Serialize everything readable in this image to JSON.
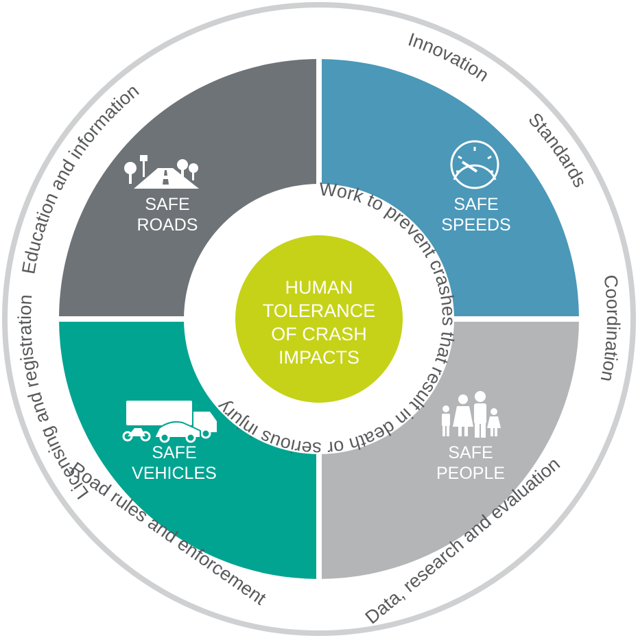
{
  "outer_ring": {
    "items": [
      {
        "label": "Education and information"
      },
      {
        "label": "Innovation"
      },
      {
        "label": "Standards"
      },
      {
        "label": "Coordination"
      },
      {
        "label": "Data, research and evaluation"
      },
      {
        "label": "Road rules and enforcement"
      },
      {
        "label": "Licensing and registration"
      }
    ]
  },
  "inner_ring": {
    "label": "Work to prevent crashes that result in death or serious injury"
  },
  "quadrants": [
    {
      "line1": "SAFE",
      "line2": "ROADS",
      "icon": "road-icon",
      "color": "#6d7376"
    },
    {
      "line1": "SAFE",
      "line2": "SPEEDS",
      "icon": "speedometer-icon",
      "color": "#4b98b9"
    },
    {
      "line1": "SAFE",
      "line2": "VEHICLES",
      "icon": "vehicles-icon",
      "color": "#00a491"
    },
    {
      "line1": "SAFE",
      "line2": "PEOPLE",
      "icon": "family-icon",
      "color": "#b3b5b7"
    }
  ],
  "center": {
    "lines": [
      "HUMAN",
      "TOLERANCE",
      "OF CRASH",
      "IMPACTS"
    ],
    "color": "#c6d217"
  },
  "colors": {
    "outer_ring_stroke": "#cfd0d2",
    "ring_text": "#58595b",
    "inner_ring_fill": "#ffffff"
  }
}
